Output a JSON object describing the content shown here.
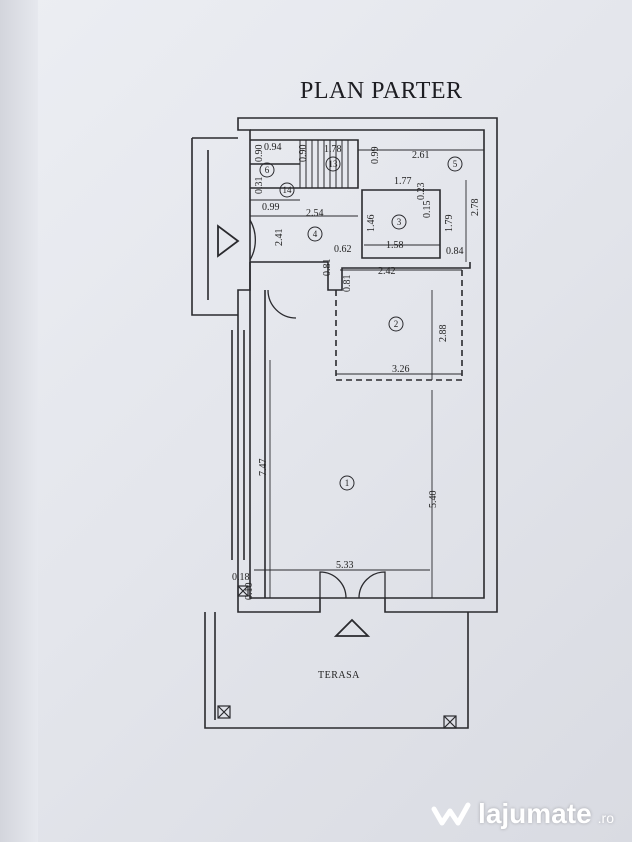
{
  "title": "PLAN PARTER",
  "rooms": [
    "1",
    "2",
    "3",
    "4",
    "5",
    "6",
    "13",
    "14"
  ],
  "terrace_label": "TERASA",
  "dimensions": {
    "d094": "0.94",
    "d090a": "0.90",
    "d090b": "0.90",
    "d178": "1.78",
    "d099a": "0.99",
    "d261": "2.61",
    "d031": "0.31",
    "d177": "1.77",
    "d023": "0.23",
    "d099b": "0.99",
    "d254": "2.54",
    "d015": "0.15",
    "d278": "2.78",
    "d146": "1.46",
    "d179": "1.79",
    "d241": "2.41",
    "d062": "0.62",
    "d158": "1.58",
    "d084": "0.84",
    "d081a": "0.81",
    "d242": "2.42",
    "d081b": "0.81",
    "d288": "2.88",
    "d326": "3.26",
    "d747": "7.47",
    "d540": "5.40",
    "d533": "5.33",
    "d018": "0.18",
    "d010": "0.10"
  },
  "watermark": {
    "brand": "lajumate",
    "suffix": ".ro"
  },
  "colors": {
    "line": "#2a2a2e",
    "paper": "#e6e8ee"
  }
}
